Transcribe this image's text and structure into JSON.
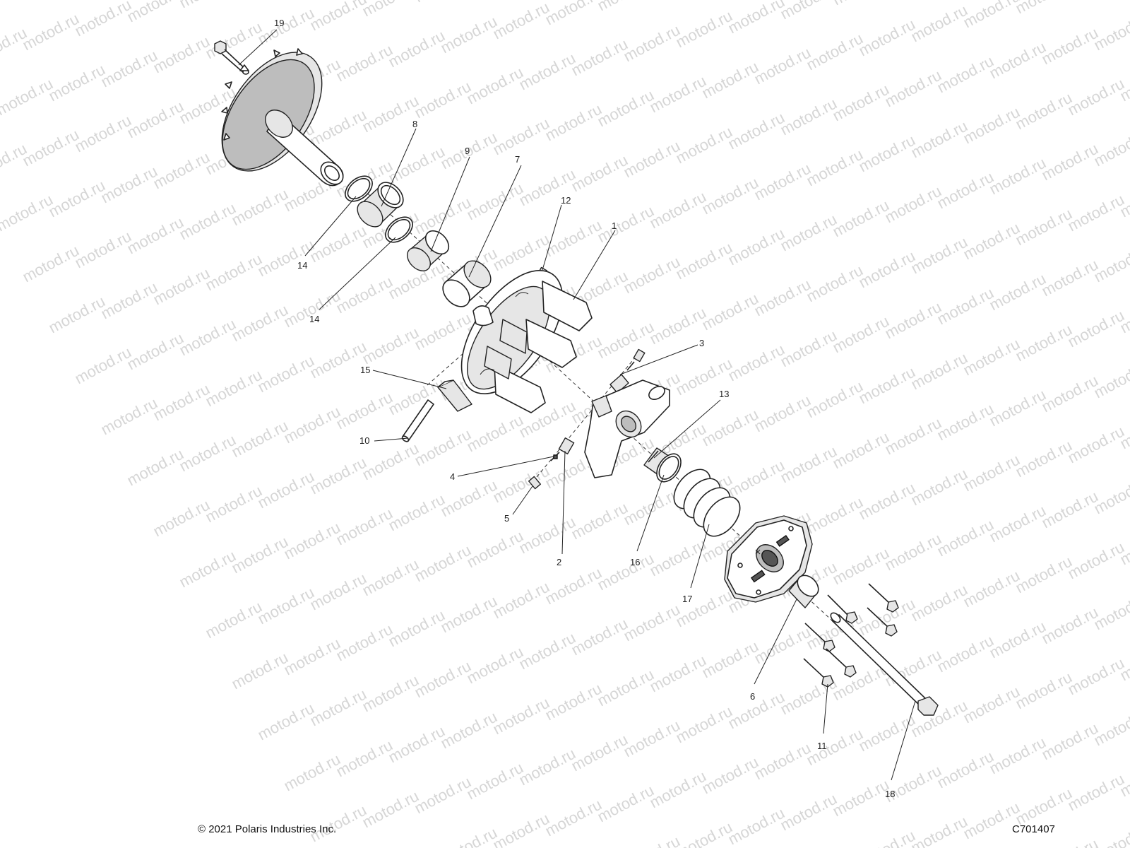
{
  "watermark": "motod.ru",
  "footer": {
    "copyright": "© 2021 Polaris Industries Inc.",
    "drawing_id": "C701407"
  },
  "callouts": [
    {
      "id": "19",
      "label": "19"
    },
    {
      "id": "8",
      "label": "8"
    },
    {
      "id": "9",
      "label": "9"
    },
    {
      "id": "7",
      "label": "7"
    },
    {
      "id": "12",
      "label": "12"
    },
    {
      "id": "1",
      "label": "1"
    },
    {
      "id": "14a",
      "label": "14"
    },
    {
      "id": "14b",
      "label": "14"
    },
    {
      "id": "3",
      "label": "3"
    },
    {
      "id": "15",
      "label": "15"
    },
    {
      "id": "13",
      "label": "13"
    },
    {
      "id": "10",
      "label": "10"
    },
    {
      "id": "4",
      "label": "4"
    },
    {
      "id": "5",
      "label": "5"
    },
    {
      "id": "2",
      "label": "2"
    },
    {
      "id": "16",
      "label": "16"
    },
    {
      "id": "17",
      "label": "17"
    },
    {
      "id": "6",
      "label": "6"
    },
    {
      "id": "11",
      "label": "11"
    },
    {
      "id": "18",
      "label": "18"
    }
  ]
}
